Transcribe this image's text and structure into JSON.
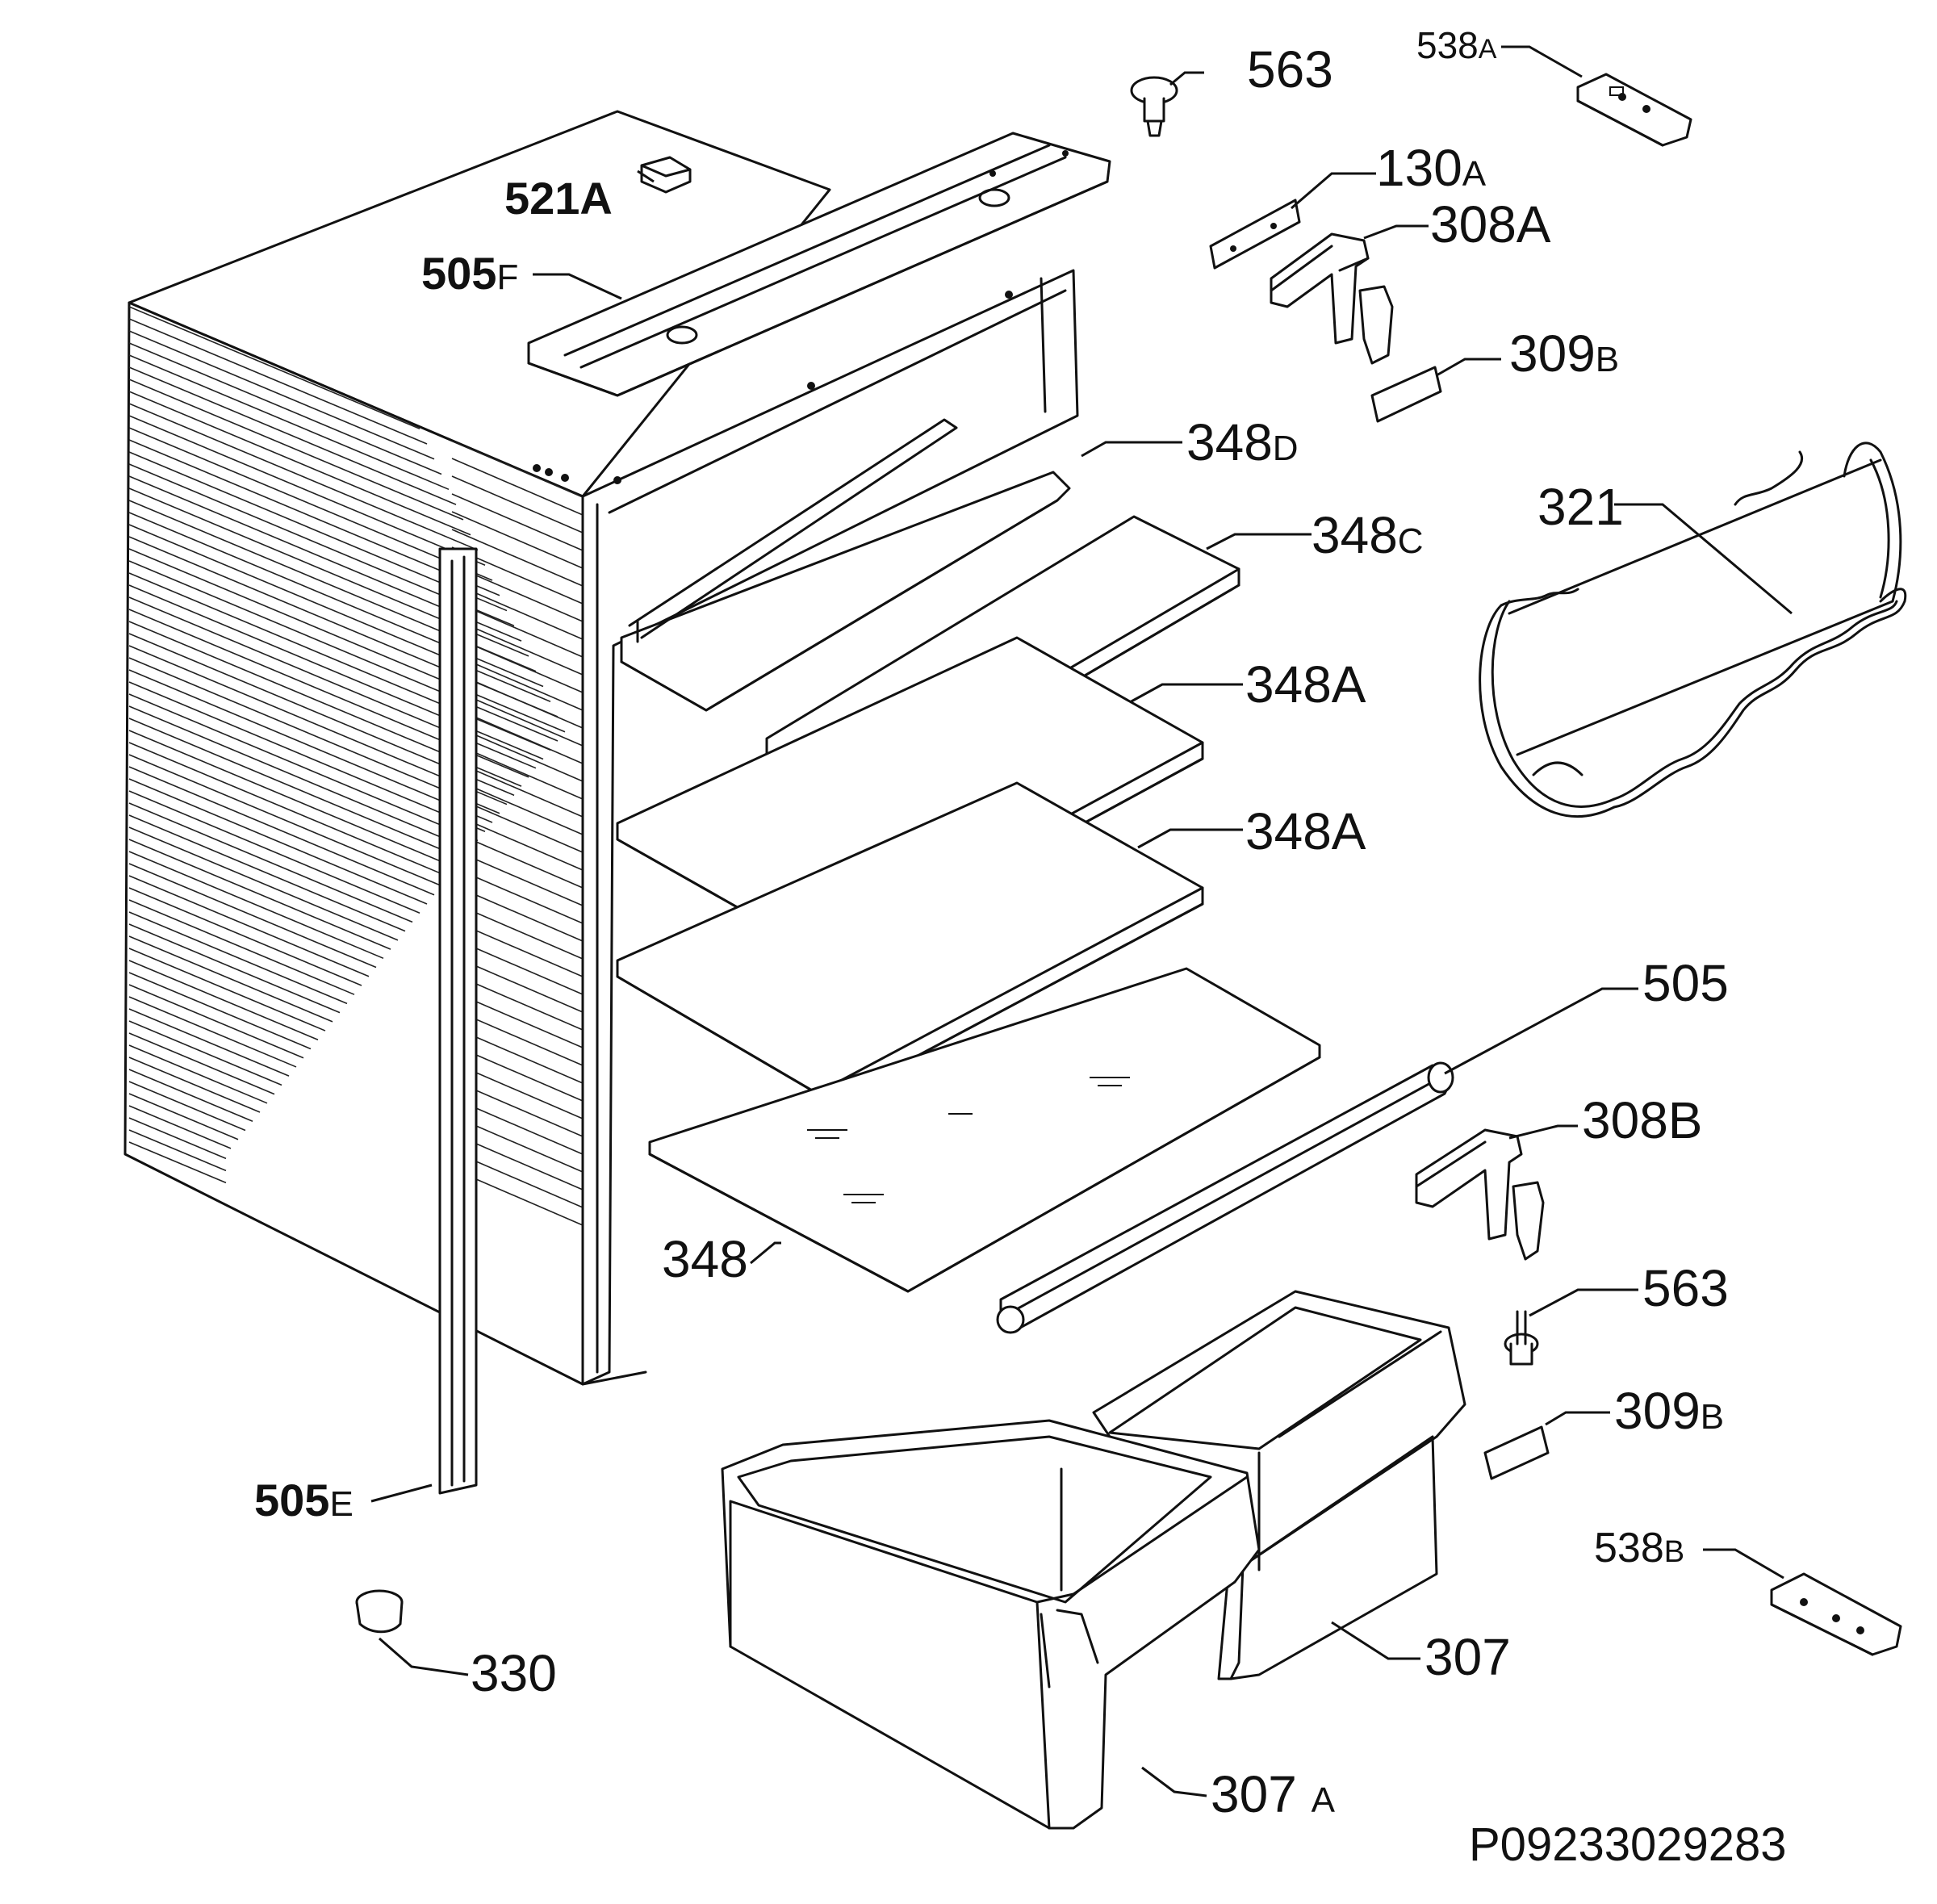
{
  "labels": {
    "p563_top": {
      "num": "563",
      "suffix": ""
    },
    "p538A": {
      "num": "538",
      "suffix": "A"
    },
    "p130A": {
      "num": "130",
      "suffix": "A"
    },
    "p308A": {
      "num": "308",
      "suffix": "A"
    },
    "p521A": {
      "num": "521A",
      "suffix": ""
    },
    "p505F": {
      "num": "505",
      "suffix": "F"
    },
    "p309B_top": {
      "num": "309",
      "suffix": "B"
    },
    "p321": {
      "num": "321",
      "suffix": ""
    },
    "p348D": {
      "num": "348",
      "suffix": "D"
    },
    "p348C": {
      "num": "348",
      "suffix": "C"
    },
    "p348A_1": {
      "num": "348",
      "suffix": "A"
    },
    "p348A_2": {
      "num": "348",
      "suffix": "A"
    },
    "p505": {
      "num": "505",
      "suffix": ""
    },
    "p308B": {
      "num": "308",
      "suffix": "B"
    },
    "p348": {
      "num": "348",
      "suffix": ""
    },
    "p563_bottom": {
      "num": "563",
      "suffix": ""
    },
    "p309B_bottom": {
      "num": "309",
      "suffix": "B"
    },
    "p505E": {
      "num": "505",
      "suffix": "E"
    },
    "p538B": {
      "num": "538",
      "suffix": "B"
    },
    "p330": {
      "num": "330",
      "suffix": ""
    },
    "p307": {
      "num": "307",
      "suffix": ""
    },
    "p307A": {
      "num": "307",
      "suffix": "A"
    }
  },
  "drawing_code": "P09233029283"
}
